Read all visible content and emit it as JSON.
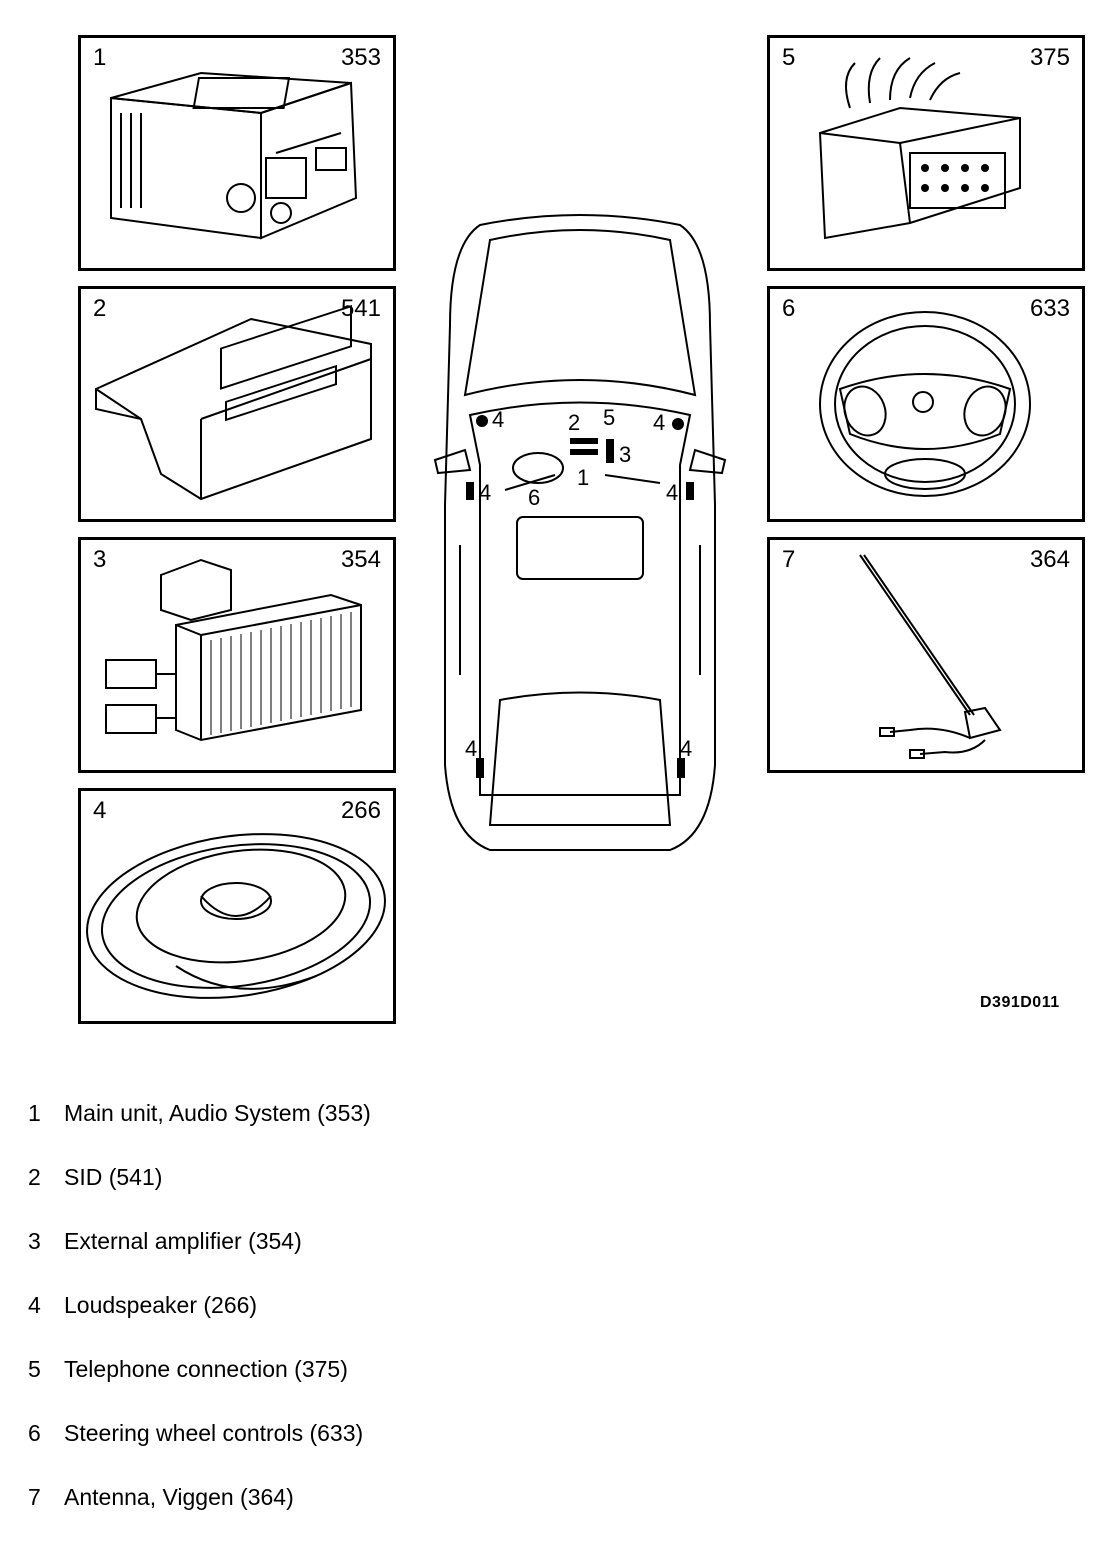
{
  "panels": [
    {
      "number": "1",
      "code": "353"
    },
    {
      "number": "2",
      "code": "541"
    },
    {
      "number": "3",
      "code": "354"
    },
    {
      "number": "4",
      "code": "266"
    },
    {
      "number": "5",
      "code": "375"
    },
    {
      "number": "6",
      "code": "633"
    },
    {
      "number": "7",
      "code": "364"
    }
  ],
  "car_labels": {
    "front_left_speaker": "4",
    "front_right_speaker": "4",
    "door_left_speaker": "4",
    "door_right_speaker": "4",
    "rear_left_speaker": "4",
    "rear_right_speaker": "4",
    "sid": "2",
    "telephone": "5",
    "amplifier": "3",
    "main_unit": "1",
    "steering": "6"
  },
  "drawing_id": "D391D011",
  "legend": [
    {
      "number": "1",
      "text": "Main unit, Audio System (353)"
    },
    {
      "number": "2",
      "text": "SID (541)"
    },
    {
      "number": "3",
      "text": "External amplifier (354)"
    },
    {
      "number": "4",
      "text": "Loudspeaker (266)"
    },
    {
      "number": "5",
      "text": "Telephone connection (375)"
    },
    {
      "number": "6",
      "text": "Steering wheel controls (633)"
    },
    {
      "number": "7",
      "text": "Antenna, Viggen (364)"
    }
  ]
}
